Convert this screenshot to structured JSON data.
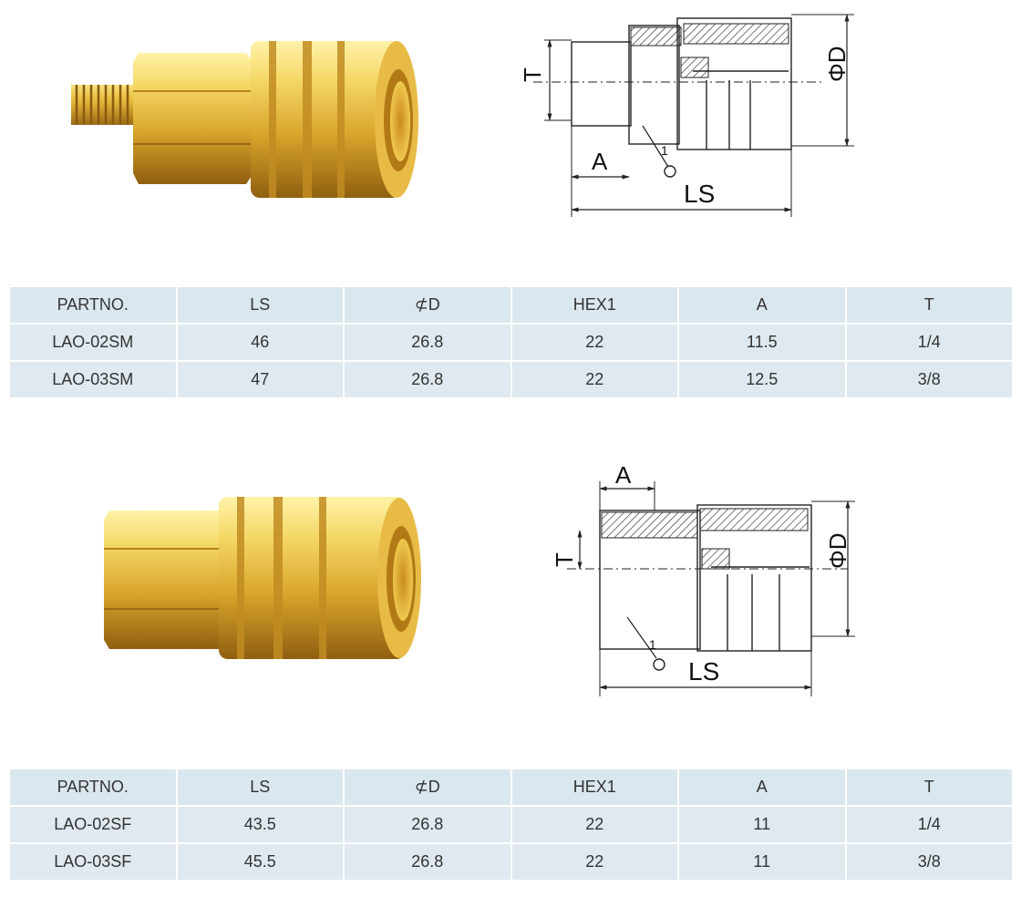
{
  "accent_colors": {
    "brass_light": "#f5d766",
    "brass_mid": "#d9a52b",
    "brass_dark": "#a9761a",
    "table_bg": "#dfe9ef"
  },
  "product1": {
    "drawing_labels": {
      "t": "T",
      "d": "ΦD",
      "a": "A",
      "ls": "LS",
      "hex": "1"
    },
    "table": {
      "headers": [
        "PARTNO.",
        "LS",
        "⊄D",
        "HEX1",
        "A",
        "T"
      ],
      "rows": [
        [
          "LAO-02SM",
          "46",
          "26.8",
          "22",
          "11.5",
          "1/4"
        ],
        [
          "LAO-03SM",
          "47",
          "26.8",
          "22",
          "12.5",
          "3/8"
        ]
      ]
    }
  },
  "product2": {
    "drawing_labels": {
      "t": "T",
      "d": "ΦD",
      "a": "A",
      "ls": "LS",
      "hex": "1"
    },
    "table": {
      "headers": [
        "PARTNO.",
        "LS",
        "⊄D",
        "HEX1",
        "A",
        "T"
      ],
      "rows": [
        [
          "LAO-02SF",
          "43.5",
          "26.8",
          "22",
          "11",
          "1/4"
        ],
        [
          "LAO-03SF",
          "45.5",
          "26.8",
          "22",
          "11",
          "3/8"
        ]
      ]
    }
  }
}
